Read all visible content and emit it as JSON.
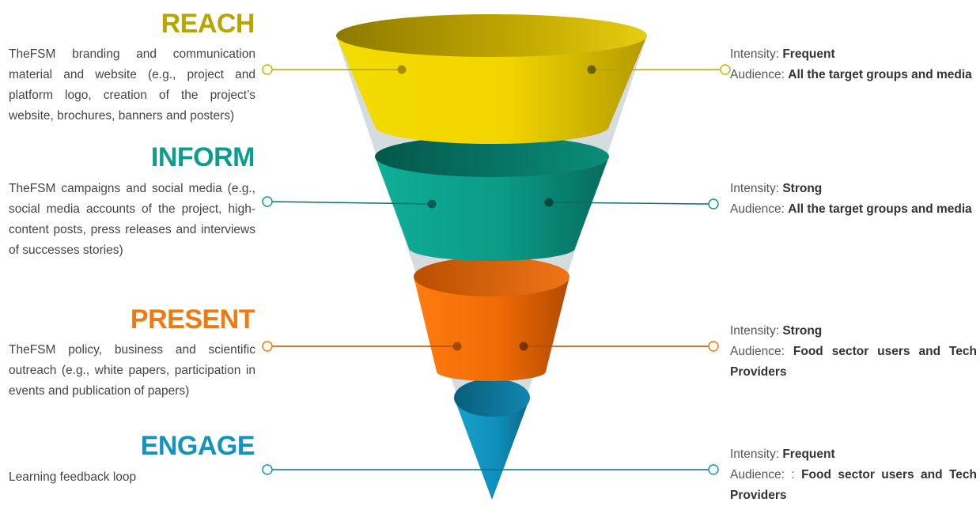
{
  "stages": [
    {
      "title": "REACH",
      "color": "#B8A500",
      "description": "TheFSM branding and communication material and website (e.g., project and platform logo, creation of the project’s website, brochures, banners and posters)",
      "intensity_label": "Intensity:",
      "intensity": "Frequent",
      "audience_label": "Audience:",
      "audience": "All the target groups and media"
    },
    {
      "title": "INFORM",
      "color": "#0E9C8E",
      "description": "TheFSM campaigns and social media (e.g., social media accounts of the project, high-content posts, press releases and interviews of successes stories)",
      "intensity_label": "Intensity:",
      "intensity": "Strong",
      "audience_label": "Audience:",
      "audience": "All the target groups and media"
    },
    {
      "title": "PRESENT",
      "color": "#F07A12",
      "description": "TheFSM policy, business and scientific outreach (e.g., white papers, participation in events and publication of papers)",
      "intensity_label": "Intensity:",
      "intensity": "Strong",
      "audience_label": "Audience:",
      "audience": "Food sector users and Tech Providers"
    },
    {
      "title": "ENGAGE",
      "color": "#1592BE",
      "description": "Learning feedback loop",
      "intensity_label": "Intensity:",
      "intensity": "Frequent",
      "audience_label": "Audience: :",
      "audience": "Food sector users and Tech Providers"
    }
  ]
}
